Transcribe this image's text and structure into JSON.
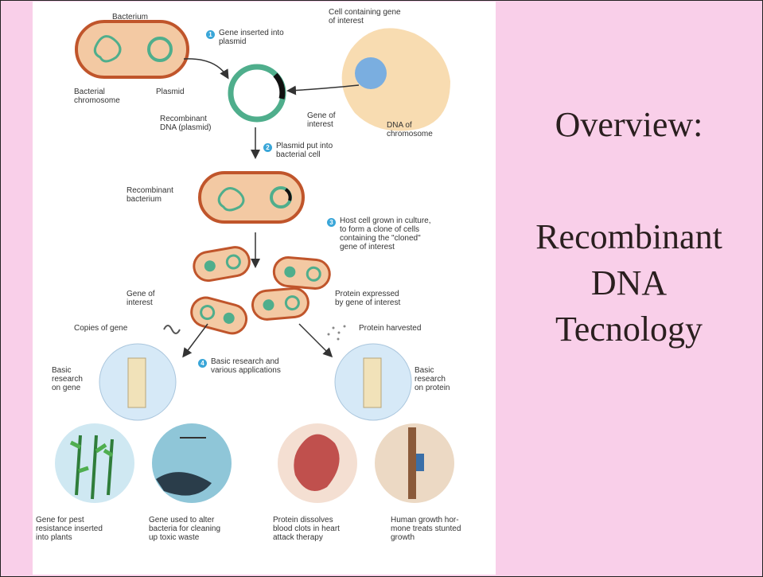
{
  "slide": {
    "overview": "Overview:",
    "topic": "Recombinant\nDNA\nTecnology"
  },
  "colors": {
    "background": "#f9cfe9",
    "bacterium_fill": "#f3c9a3",
    "bacterium_outline": "#c0552b",
    "chromosome": "#4fae8c",
    "plasmid": "#4fae8c",
    "step_badge": "#3aa6d8",
    "cell_fill": "#f7d8a8",
    "nucleus_fill": "#7aaee0"
  },
  "diagram": {
    "labels": {
      "bacterium": "Bacterium",
      "bacterial_chromosome": "Bacterial\nchromosome",
      "plasmid": "Plasmid",
      "cell_with_gene": "Cell containing gene\nof interest",
      "recombinant_dna": "Recombinant\nDNA (plasmid)",
      "gene_of_interest": "Gene of\ninterest",
      "dna_of_chromosome": "DNA of\nchromosome",
      "recombinant_bacterium": "Recombinant\nbacterium",
      "gene_of_interest_2": "Gene of\ninterest",
      "protein_expressed": "Protein expressed\nby gene of interest",
      "copies_of_gene": "Copies of gene",
      "protein_harvested": "Protein harvested",
      "basic_research_gene": "Basic\nresearch\non gene",
      "basic_research_protein": "Basic\nresearch\non protein"
    },
    "steps": [
      {
        "num": "1",
        "text": "Gene inserted into\nplasmid"
      },
      {
        "num": "2",
        "text": "Plasmid put into\nbacterial cell"
      },
      {
        "num": "3",
        "text": "Host cell grown in culture,\nto form a clone of cells\ncontaining the \"cloned\"\ngene of interest"
      },
      {
        "num": "4",
        "text": "Basic research and\nvarious applications"
      }
    ],
    "applications": [
      {
        "caption": "Gene for pest\nresistance inserted\ninto plants"
      },
      {
        "caption": "Gene used to alter\nbacteria for cleaning\nup toxic waste"
      },
      {
        "caption": "Protein dissolves\nblood clots in heart\nattack therapy"
      },
      {
        "caption": "Human growth hor-\nmone treats stunted\ngrowth"
      }
    ]
  }
}
